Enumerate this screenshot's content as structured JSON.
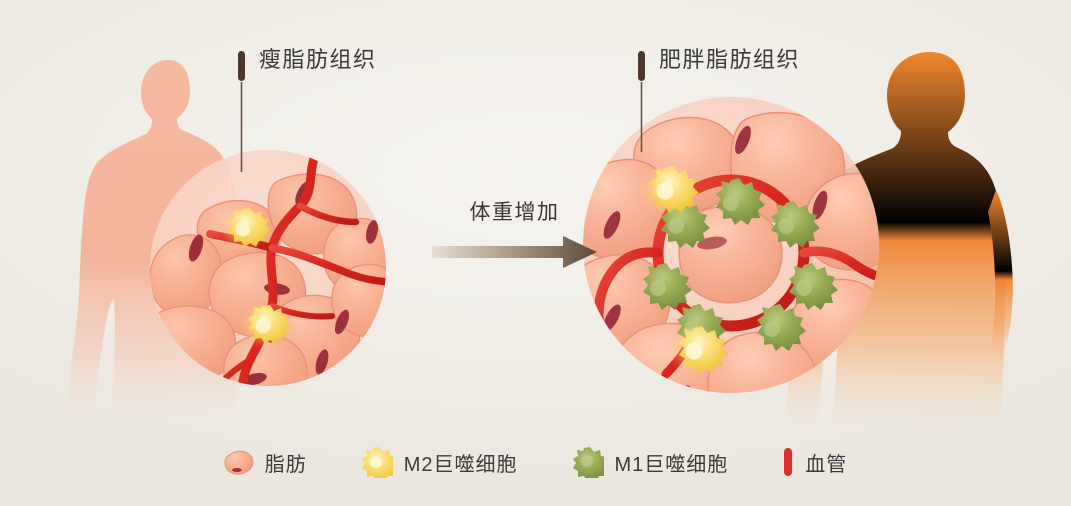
{
  "figure": {
    "title_left": "瘦脂肪组织",
    "title_right": "肥胖脂肪组织",
    "transition_label": "体重增加",
    "background_color": "#f1eee8"
  },
  "callouts": [
    {
      "id": "lean-tissue",
      "label": "瘦脂肪组织",
      "marker_color": "#4c3728"
    },
    {
      "id": "obese-tissue",
      "label": "肥胖脂肪组织",
      "marker_color": "#4c3728"
    }
  ],
  "arrow": {
    "label": "体重增加",
    "gradient_from": "#e4dcd2",
    "gradient_to": "#6b5542"
  },
  "legend": {
    "items": [
      {
        "label": "脂肪",
        "icon": "adipocyte-blob-icon",
        "color": "#f4a183"
      },
      {
        "label": "M2巨噬细胞",
        "icon": "m2-macrophage-icon",
        "color": "#f2cb45"
      },
      {
        "label": "M1巨噬细胞",
        "icon": "m1-macrophage-icon",
        "color": "#8ba04c"
      },
      {
        "label": "血管",
        "icon": "blood-vessel-bar-icon",
        "color": "#e0302e"
      }
    ]
  },
  "panels": {
    "lean": {
      "name": "lean-adipose-tissue-panel",
      "silhouette": "slim-human-silhouette",
      "silhouette_color": "#f3a88c",
      "adipocyte_count": 8,
      "adipocyte_color": "#f6ac8d",
      "nucleus_color": "#a2323c",
      "vessel_color": "#d8291f",
      "vessel_pattern": "branching-network",
      "m2_macrophage_count": 2,
      "m1_macrophage_count": 0
    },
    "obese": {
      "name": "obese-adipose-tissue-panel",
      "silhouette": "obese-human-silhouette",
      "silhouette_color": "#f0802c",
      "adipocyte_count": 9,
      "adipocyte_color": "#f6a98c",
      "nucleus_color": "#a2323c",
      "vessel_color": "#d8291f",
      "vessel_pattern": "crown-like-ring",
      "m2_macrophage_count": 2,
      "m1_macrophage_count": 7
    }
  }
}
